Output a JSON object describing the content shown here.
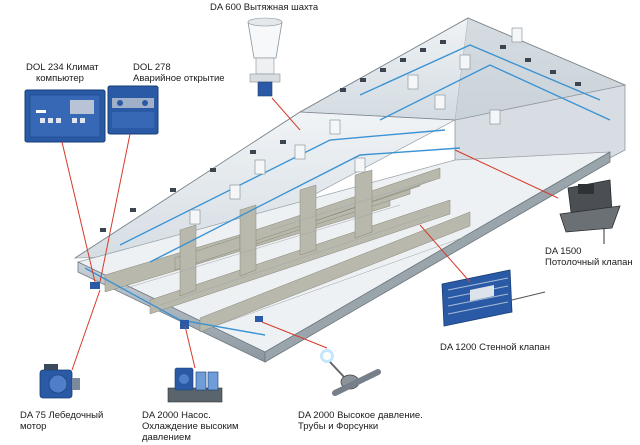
{
  "labels": {
    "da600": "DA 600 Вытяжная шахта",
    "dol234": [
      "DOL 234 Климат",
      "компьютер"
    ],
    "dol278": [
      "DOL 278",
      "Аварийное открытие"
    ],
    "da1500": [
      "DA 1500",
      "Потолочный клапан"
    ],
    "da1200": "DA 1200 Стенной клапан",
    "da75": [
      "DA 75 Лебедочный",
      "мотор"
    ],
    "da2000_pump": [
      "DA 2000 Насос.",
      "Охлаждение высоким",
      "давлением"
    ],
    "da2000_pipes": [
      "DA 2000 Высокое давление.",
      "Трубы и Форсунки"
    ]
  },
  "colors": {
    "callout_line": "#d63a2a",
    "pipe": "#3b93d3",
    "device_blue": "#2a5aa5",
    "roof_glass": "#dfe6ec",
    "partition": "#b8b8ac",
    "floor": "#eef1f3"
  }
}
